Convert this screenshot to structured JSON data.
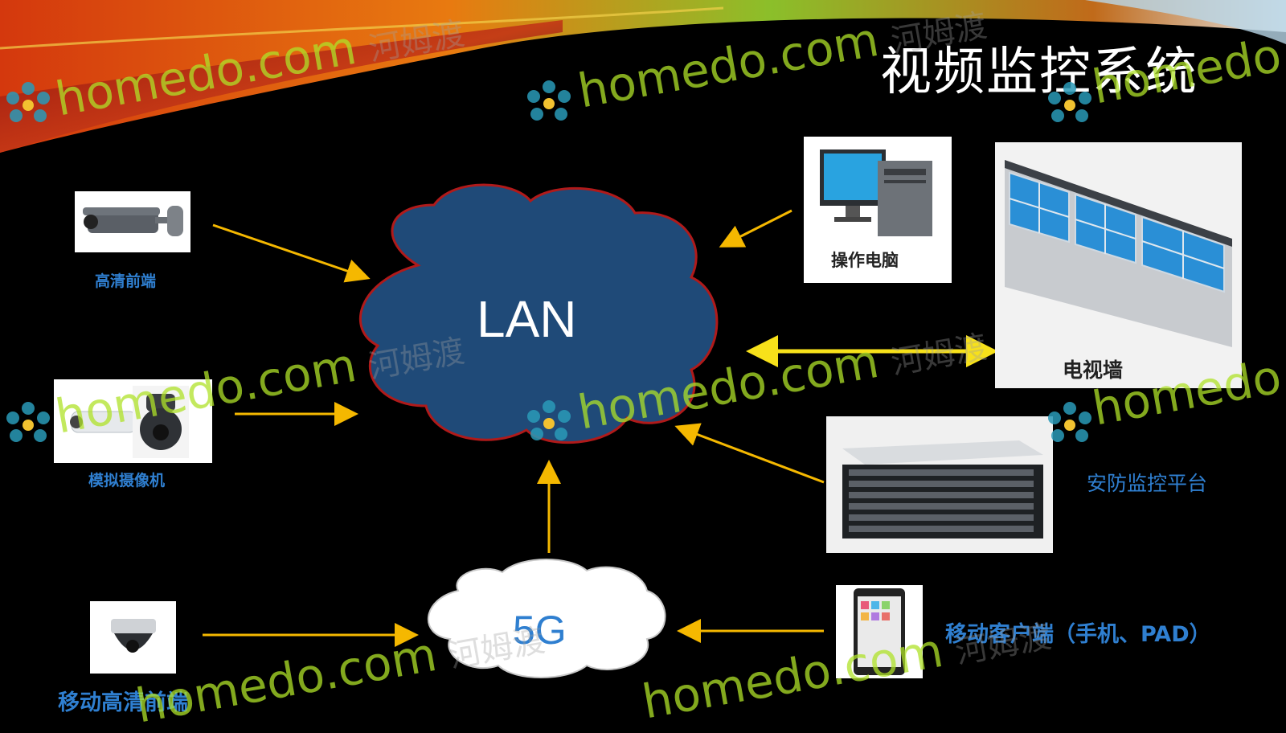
{
  "title": "视频监控系统",
  "clouds": {
    "lan": "LAN",
    "fiveg": "5G"
  },
  "devices": {
    "hd_front": "高清前端",
    "analog_camera": "模拟摄像机",
    "mobile_hd_front": "移动高清前端",
    "operator_pc": "操作电脑",
    "tv_wall": "电视墙",
    "security_platform": "安防监控平台",
    "mobile_client": "移动客户端（手机、PAD）"
  },
  "watermark": {
    "text": "homedo.com",
    "cn": "河姆渡"
  },
  "colors": {
    "cloud_lan": "#1f4a78",
    "cloud_border": "#b01a1a",
    "arrow_orange": "#f5b800",
    "arrow_yellow": "#f7e11a",
    "label_blue": "#2f7fd0"
  }
}
